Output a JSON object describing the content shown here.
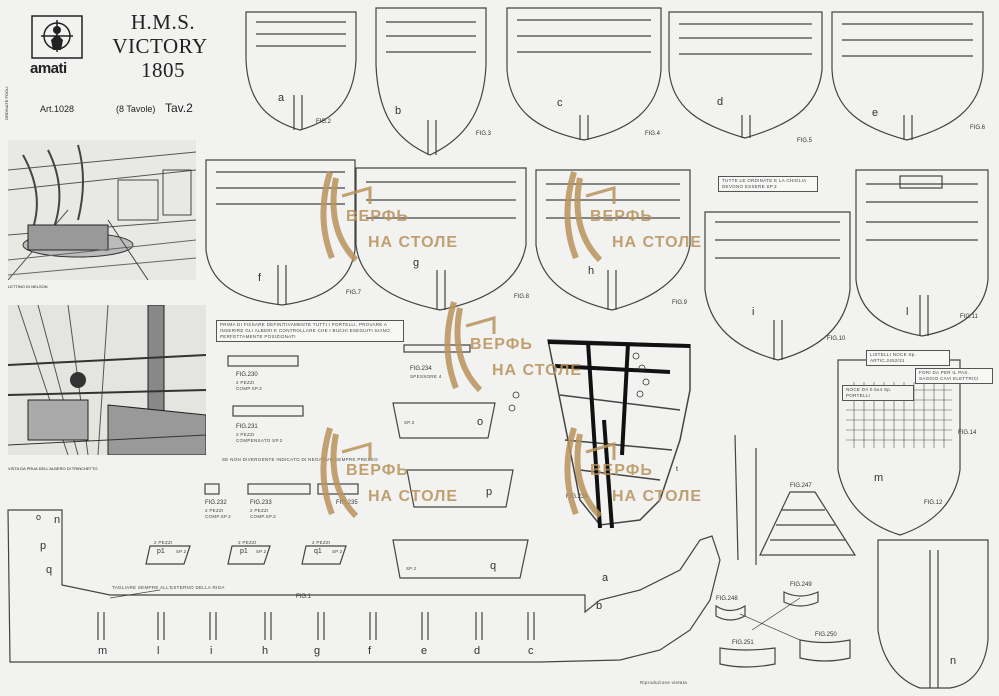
{
  "header": {
    "logo_brand": "amati",
    "ship_line1": "H.M.S.",
    "ship_line2": "VICTORY",
    "ship_year": "1805",
    "article": "Art.1028",
    "sheets": "(8 Tavole)",
    "plate": "Tav.2",
    "vertical_note": "ORDINATE FOGLI"
  },
  "illustrations": {
    "caption_top": "LETTINO DI NELSON",
    "caption_bottom": "VISTA DA PRUA DELL'ALBERO DI TRINCHETTO"
  },
  "frames": [
    {
      "letter": "a",
      "fig": "FIG.2"
    },
    {
      "letter": "b",
      "fig": "FIG.3"
    },
    {
      "letter": "c",
      "fig": "FIG.4"
    },
    {
      "letter": "d",
      "fig": "FIG.5"
    },
    {
      "letter": "e",
      "fig": "FIG.6"
    },
    {
      "letter": "f",
      "fig": "FIG.7"
    },
    {
      "letter": "g",
      "fig": "FIG.8"
    },
    {
      "letter": "h",
      "fig": "FIG.9"
    },
    {
      "letter": "i",
      "fig": "FIG.10"
    },
    {
      "letter": "l",
      "fig": "FIG.11"
    },
    {
      "letter": "m",
      "fig": "FIG.12"
    },
    {
      "letter": "n",
      "fig": ""
    }
  ],
  "notes": {
    "frames_note": "TUTTE LE ORDINATE E LA CHIGLIA DEVONO ESSERE SP.3",
    "mount_note": "PRIMA DI FISSARE DEFINITIVAMENTE TUTTI I PORTELLI, PROVARE A INSERIRE GLI ALBERI E CONTROLLARE CHE I BUCHI ESEGUITI SIANO PERFETTAMENTE POSIZIONATI",
    "no_glue_note": "SE NON DIVERGENTE INDICATO DI NEGATIVO SEMPRE PRESSO",
    "cut_note": "TAGLIARE SEMPRE ALL'ESTERNO DELLA RIGA",
    "grate_note1": "LISTELLI NOCE Sp. ARTIC.2452/21",
    "grate_note2": "NOCE DA 0.5x4 Sp. PORTELLI",
    "grate_note3": "FORI DA PER IL PAS. SAGGIO CAVI ELETTRICI",
    "repro_note": "Riproduzione vietata"
  },
  "parts": {
    "fig230": {
      "fig": "FIG.230",
      "qty": "2 PEZZI",
      "mat": "COMP.SP.2"
    },
    "fig231": {
      "fig": "FIG.231",
      "qty": "2 PEZZI",
      "mat": "COMPENSATO SP.2"
    },
    "fig232": {
      "fig": "FIG.232",
      "qty": "2 PEZZI",
      "mat": "COMP.SP.2"
    },
    "fig233": {
      "fig": "FIG.233",
      "qty": "2 PEZZI",
      "mat": "COMP.SP.2"
    },
    "fig234": {
      "fig": "FIG.234",
      "qty": "SPESSORE 4"
    },
    "fig235": {
      "fig": "FIG.235"
    },
    "fig236": {
      "fig": "FIG.236"
    },
    "fig247": {
      "fig": "FIG.247"
    },
    "fig248": {
      "fig": "FIG.248"
    },
    "fig249": {
      "fig": "FIG.249"
    },
    "fig250": {
      "fig": "FIG.250"
    },
    "fig251": {
      "fig": "FIG.251"
    },
    "fig1": {
      "fig": "FIG.1"
    },
    "fig14": {
      "fig": "FIG.14"
    },
    "p1a": {
      "label": "p1",
      "qty": "2 PEZZI",
      "mat": "SP.2"
    },
    "p1b": {
      "label": "p1",
      "qty": "2 PEZZI",
      "mat": "SP.2"
    },
    "q1": {
      "label": "q1",
      "qty": "2 PEZZI",
      "mat": "SP.2"
    },
    "o": {
      "label": "o",
      "mat": "SP.3"
    },
    "p": {
      "label": "p"
    },
    "q": {
      "label": "q",
      "mat": "SP.2"
    },
    "t": {
      "label": "t"
    }
  },
  "keel": {
    "letters": [
      "m",
      "l",
      "i",
      "h",
      "g",
      "f",
      "e",
      "d",
      "c"
    ],
    "bow_letters": [
      "o",
      "n",
      "p",
      "q"
    ],
    "stern_labels": [
      "a",
      "b"
    ]
  },
  "watermark": {
    "line1": "ВЕРФЬ",
    "line2": "НА СТОЛЕ",
    "color": "#b8925c"
  },
  "colors": {
    "paper": "#f2f2f0",
    "ink": "#333333"
  }
}
